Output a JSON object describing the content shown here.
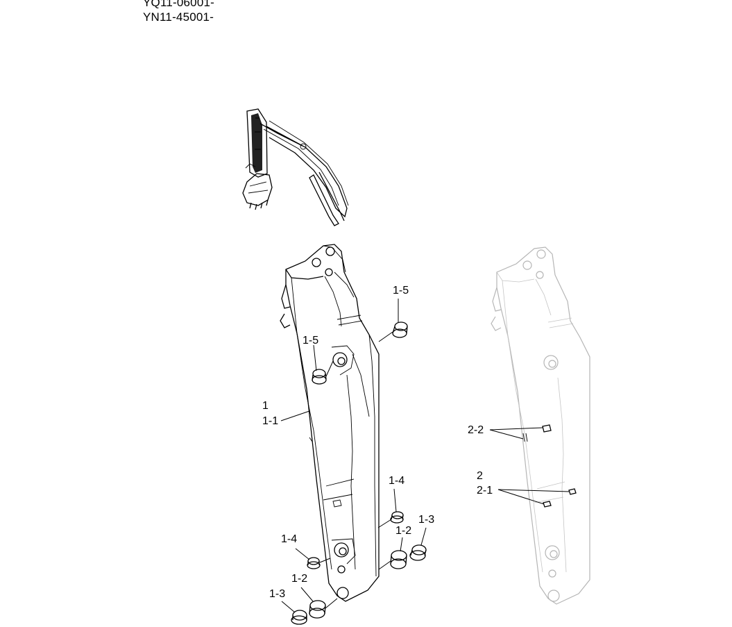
{
  "header": {
    "serial_1": "YQ11-06001-",
    "serial_2": "YN11-45001-"
  },
  "callouts": {
    "c_1": "1",
    "c_1_1": "1-1",
    "c_1_5_top": "1-5",
    "c_1_5_mid": "1-5",
    "c_1_4_right": "1-4",
    "c_1_3_right": "1-3",
    "c_1_2_right": "1-2",
    "c_1_4_left": "1-4",
    "c_1_2_left": "1-2",
    "c_1_3_left": "1-3",
    "c_2_2": "2-2",
    "c_2": "2",
    "c_2_1": "2-1"
  }
}
